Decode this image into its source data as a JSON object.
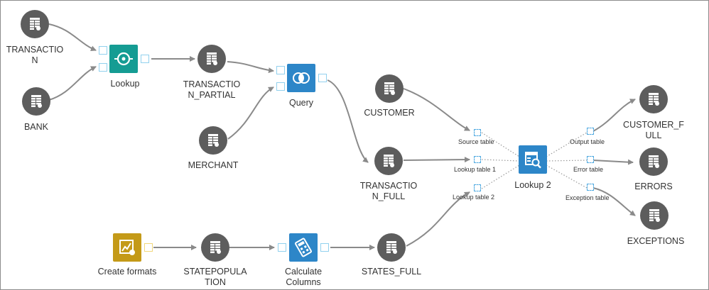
{
  "nodes": {
    "transaction": {
      "label": "TRANSACTIO\nN",
      "icon": "table-icon"
    },
    "bank": {
      "label": "BANK",
      "icon": "table-icon"
    },
    "lookup": {
      "label": "Lookup",
      "icon": "lookup-icon"
    },
    "transaction_partial": {
      "label": "TRANSACTIO\nN_PARTIAL",
      "icon": "table-icon"
    },
    "merchant": {
      "label": "MERCHANT",
      "icon": "table-icon"
    },
    "query": {
      "label": "Query",
      "icon": "query-icon"
    },
    "customer": {
      "label": "CUSTOMER",
      "icon": "table-icon"
    },
    "transaction_full": {
      "label": "TRANSACTIO\nN_FULL",
      "icon": "table-icon"
    },
    "lookup2": {
      "label": "Lookup 2",
      "icon": "lookup-table-icon"
    },
    "customer_full": {
      "label": "CUSTOMER_F\nULL",
      "icon": "table-icon"
    },
    "errors": {
      "label": "ERRORS",
      "icon": "table-icon"
    },
    "exceptions": {
      "label": "EXCEPTIONS",
      "icon": "table-icon"
    },
    "create_formats": {
      "label": "Create formats",
      "icon": "create-formats-icon"
    },
    "statepopulation": {
      "label": "STATEPOPULA\nTION",
      "icon": "table-icon"
    },
    "calculate_columns": {
      "label": "Calculate\nColumns",
      "icon": "calculator-icon"
    },
    "states_full": {
      "label": "STATES_FULL",
      "icon": "table-icon"
    }
  },
  "ports": {
    "source_table": "Source table",
    "lookup_table_1": "Lookup table 1",
    "lookup_table_2": "Lookup table 2",
    "output_table": "Output table",
    "error_table": "Error table",
    "exception_table": "Exception table"
  },
  "colors": {
    "table_node": "#5d5d5d",
    "lookup": "#159c93",
    "query": "#2d86c8",
    "create_formats": "#c49a18",
    "edge": "#8a8a8a",
    "port_border": "#92d1ee"
  }
}
